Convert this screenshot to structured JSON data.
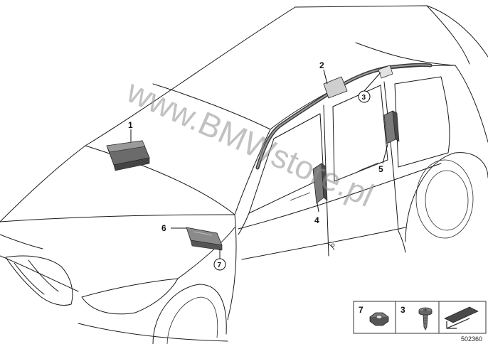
{
  "watermark": "www.BMWstore.pl",
  "callouts": {
    "c1": "1",
    "c2": "2",
    "c3": "3",
    "c4": "4",
    "c5": "5",
    "c6": "6",
    "c7": "7"
  },
  "legend": {
    "item7": "7",
    "item3": "3"
  },
  "reference_number": "502360"
}
